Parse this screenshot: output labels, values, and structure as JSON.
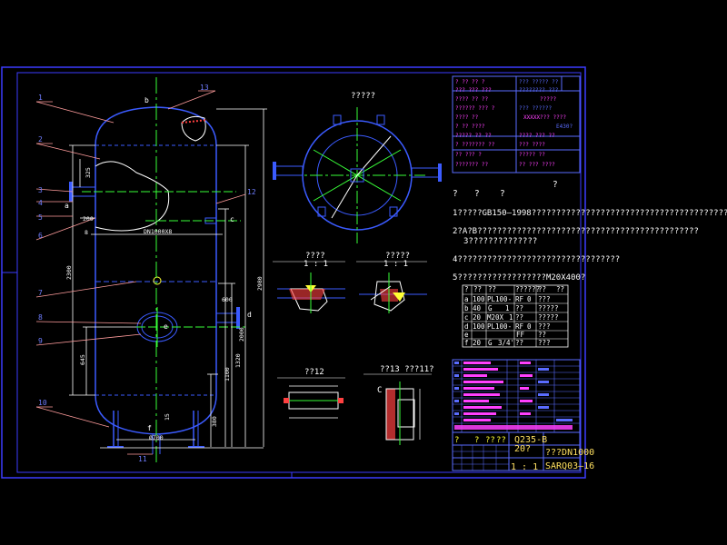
{
  "colors": {
    "background": "#000000",
    "frame": "#3c3cff",
    "vessel": "#3b5bff",
    "centerline": "#39ff39",
    "dimension": "#ffffff",
    "leader": "#ff9c9c",
    "hatch": "#ff4040",
    "weld": "#ffff33",
    "table_magenta": "#ff40ff",
    "table_blue": "#4b5cff",
    "title_yellow": "#ffe060"
  },
  "leaders": {
    "l1": "1",
    "l2": "2",
    "l3": "3",
    "l4": "4",
    "l5": "5",
    "l6": "6",
    "l7": "7",
    "l8": "8",
    "l9": "9",
    "l10": "10",
    "l11": "11",
    "l12": "12",
    "l13": "13"
  },
  "nozzles": {
    "a": "a",
    "b": "b",
    "c": "c",
    "d": "d",
    "e": "e",
    "f": "f"
  },
  "dims": {
    "d325": "325",
    "d200": "200",
    "d8": "8",
    "dn": "DN1000X8",
    "d2300": "2300",
    "d2980": "2980",
    "d600": "600",
    "d2000": "2000",
    "d1320": "1320",
    "d1100": "1100",
    "d645": "645",
    "d15": "15",
    "d380": "380",
    "d700": "Ø700"
  },
  "views": {
    "top_view_label": "?????",
    "detail1_label": "????",
    "detail1_scale": "1 : 1",
    "detail2_label": "?????",
    "detail2_scale": "1 : 1",
    "detail3_label": "??12",
    "detail4_label": "??13 ???11?",
    "detail4_c": "C"
  },
  "notes": {
    "heading_marks": [
      "?",
      "?",
      "?",
      "?"
    ],
    "n1": "1?????GB150—1998??????????????????????????????????????????",
    "n2a": "2?A?B?????????????????????????????????????????????",
    "n2b": "3??????????????",
    "n4": "4?????????????????????????????????",
    "n5": "5??????????????????M20X400?"
  },
  "nozzle_table": {
    "header": [
      "?",
      "??",
      "??",
      "??????",
      "??",
      "??"
    ],
    "rows": [
      [
        "a",
        "100",
        "PL100-",
        "RF",
        "0",
        "???"
      ],
      [
        "b",
        "40",
        "G",
        "1",
        "??",
        "?????"
      ],
      [
        "c",
        "20",
        "M20X",
        "1",
        "??",
        "?????"
      ],
      [
        "d",
        "100",
        "PL100-",
        "RF",
        "0",
        "???"
      ],
      [
        "e",
        "",
        "",
        "",
        "FF",
        "??"
      ],
      [
        "f",
        "20",
        "G",
        "3/4'",
        "??",
        "???"
      ]
    ]
  },
  "title_block": {
    "material": "Q235-B",
    "weight": "20?",
    "name": "???DN1000",
    "scale": "1 : 1",
    "drawing_no": "SARQ03—16",
    "revision_marks": [
      "?",
      "?",
      "??",
      "??"
    ]
  },
  "spec_table": {
    "magenta_lines": [
      "? ?? ?? ?",
      "??? ??? ???",
      "???? ?? ??",
      "?????? ??? ?",
      "???? ??",
      "? ?? ????",
      "????? ?? ??",
      "? ??????? ??",
      "?? ??? ?",
      "??????? ??"
    ],
    "blue_lines": [
      "??? ????? ??",
      "???????? ???",
      "?????",
      "??? ??????",
      "XXXXX??? ????",
      "E430?",
      "???? ??? ??",
      "??? ????",
      "????? ??",
      "?? ??? ????"
    ]
  }
}
